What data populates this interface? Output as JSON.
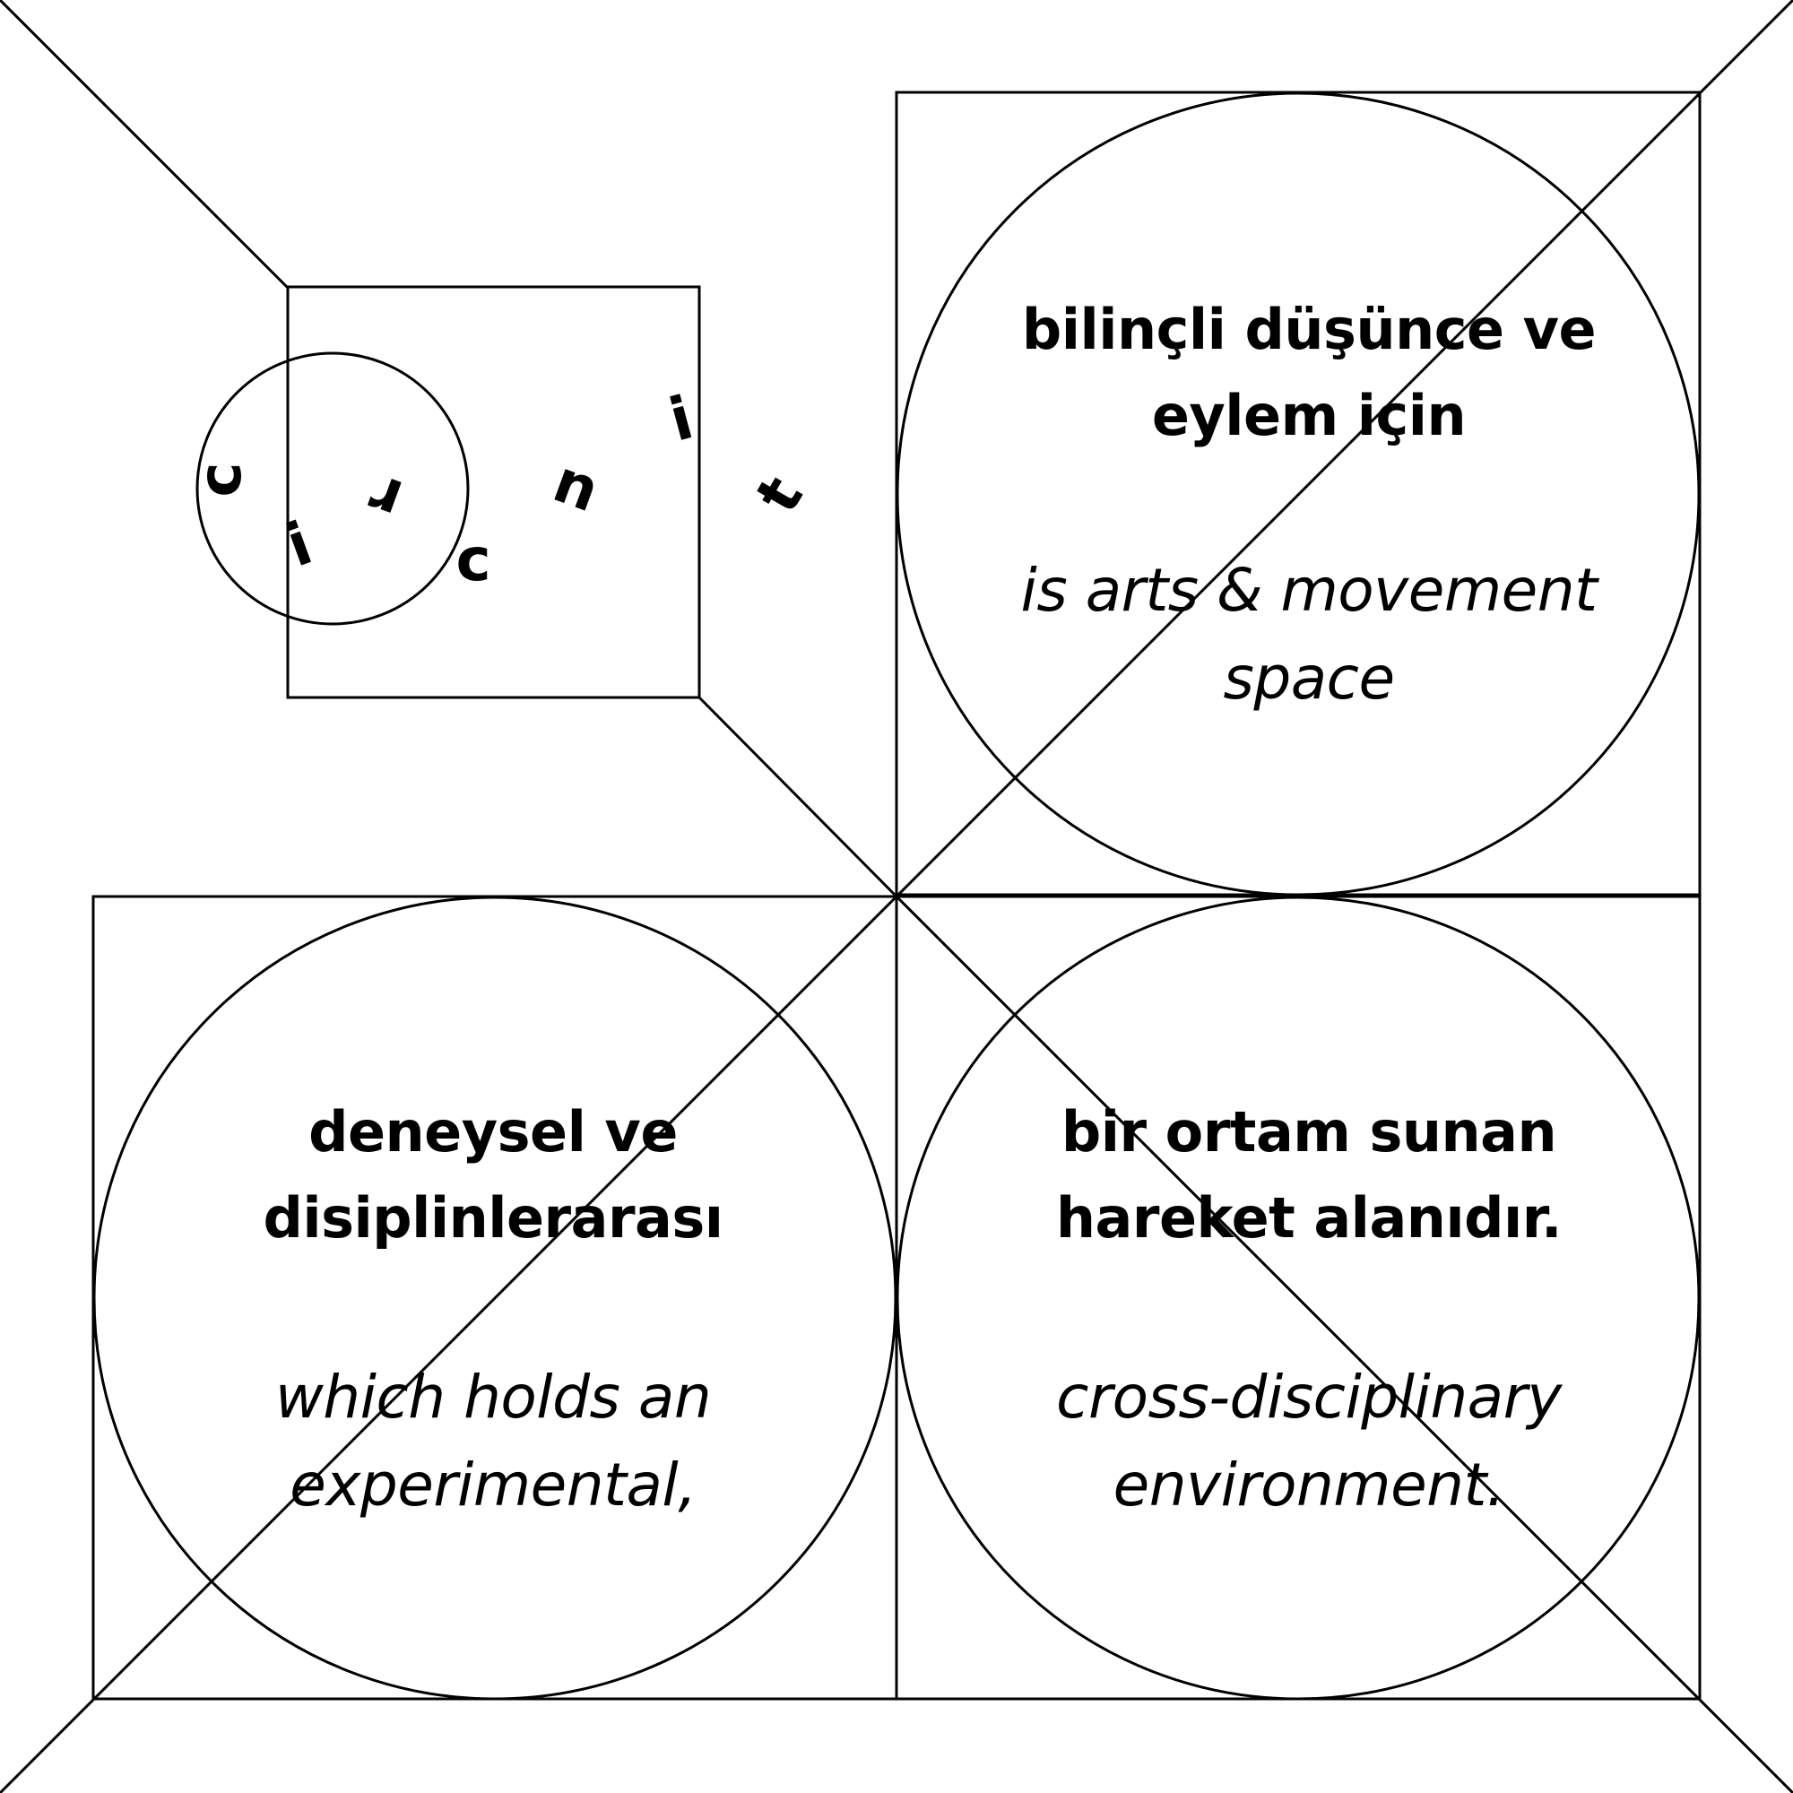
{
  "logo": {
    "letters": [
      "c",
      "i",
      "r",
      "c",
      "u",
      "i",
      "t"
    ]
  },
  "panels": {
    "top_right": {
      "turkish": [
        "bilinçli düşünce ve",
        "eylem için"
      ],
      "english": [
        "is arts & movement",
        "space"
      ]
    },
    "bottom_left": {
      "turkish": [
        "deneysel ve",
        "disiplinlerarası"
      ],
      "english": [
        "which holds an",
        "experimental,"
      ]
    },
    "bottom_right": {
      "turkish": [
        "bir ortam sunan",
        "hareket alanıdır."
      ],
      "english": [
        "cross-disciplinary",
        "environment."
      ]
    }
  }
}
